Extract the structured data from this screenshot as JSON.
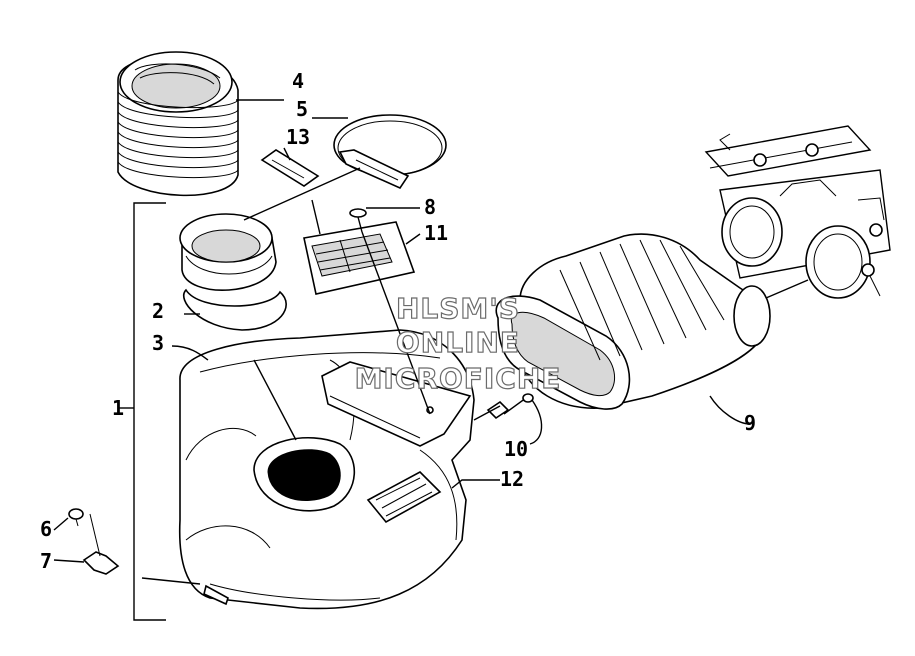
{
  "callouts": {
    "c1": "1",
    "c2": "2",
    "c3": "3",
    "c4": "4",
    "c5": "5",
    "c6": "6",
    "c7": "7",
    "c8": "8",
    "c9": "9",
    "c10": "10",
    "c11": "11",
    "c12": "12",
    "c13": "13"
  },
  "watermark": {
    "line1": "HLSM'S",
    "line2": "ONLINE",
    "line3": "MICROFICHE"
  }
}
